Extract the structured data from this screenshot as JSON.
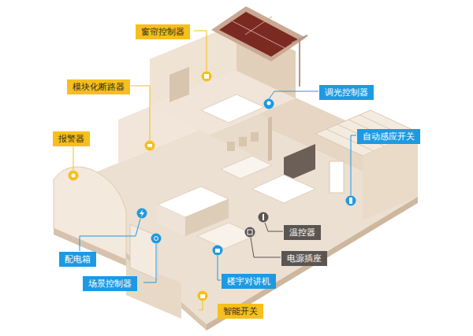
{
  "diagram": {
    "nodes": [
      {
        "text": [
          "窗帘控制器"
        ]
      },
      {
        "text": [
          "模块化断路器"
        ]
      },
      {
        "text": [
          "调光控制器"
        ]
      },
      {
        "text": [
          "自动感应开关"
        ]
      },
      {
        "text": [
          "报警器"
        ]
      },
      {
        "text": [
          "温控器"
        ]
      },
      {
        "text": [
          "配电箱"
        ]
      },
      {
        "text": [
          "电源插座"
        ]
      },
      {
        "text": [
          "楼宇对讲机"
        ]
      },
      {
        "text": [
          "场景控制器"
        ]
      },
      {
        "text": [
          "智能开关"
        ]
      }
    ]
  }
}
